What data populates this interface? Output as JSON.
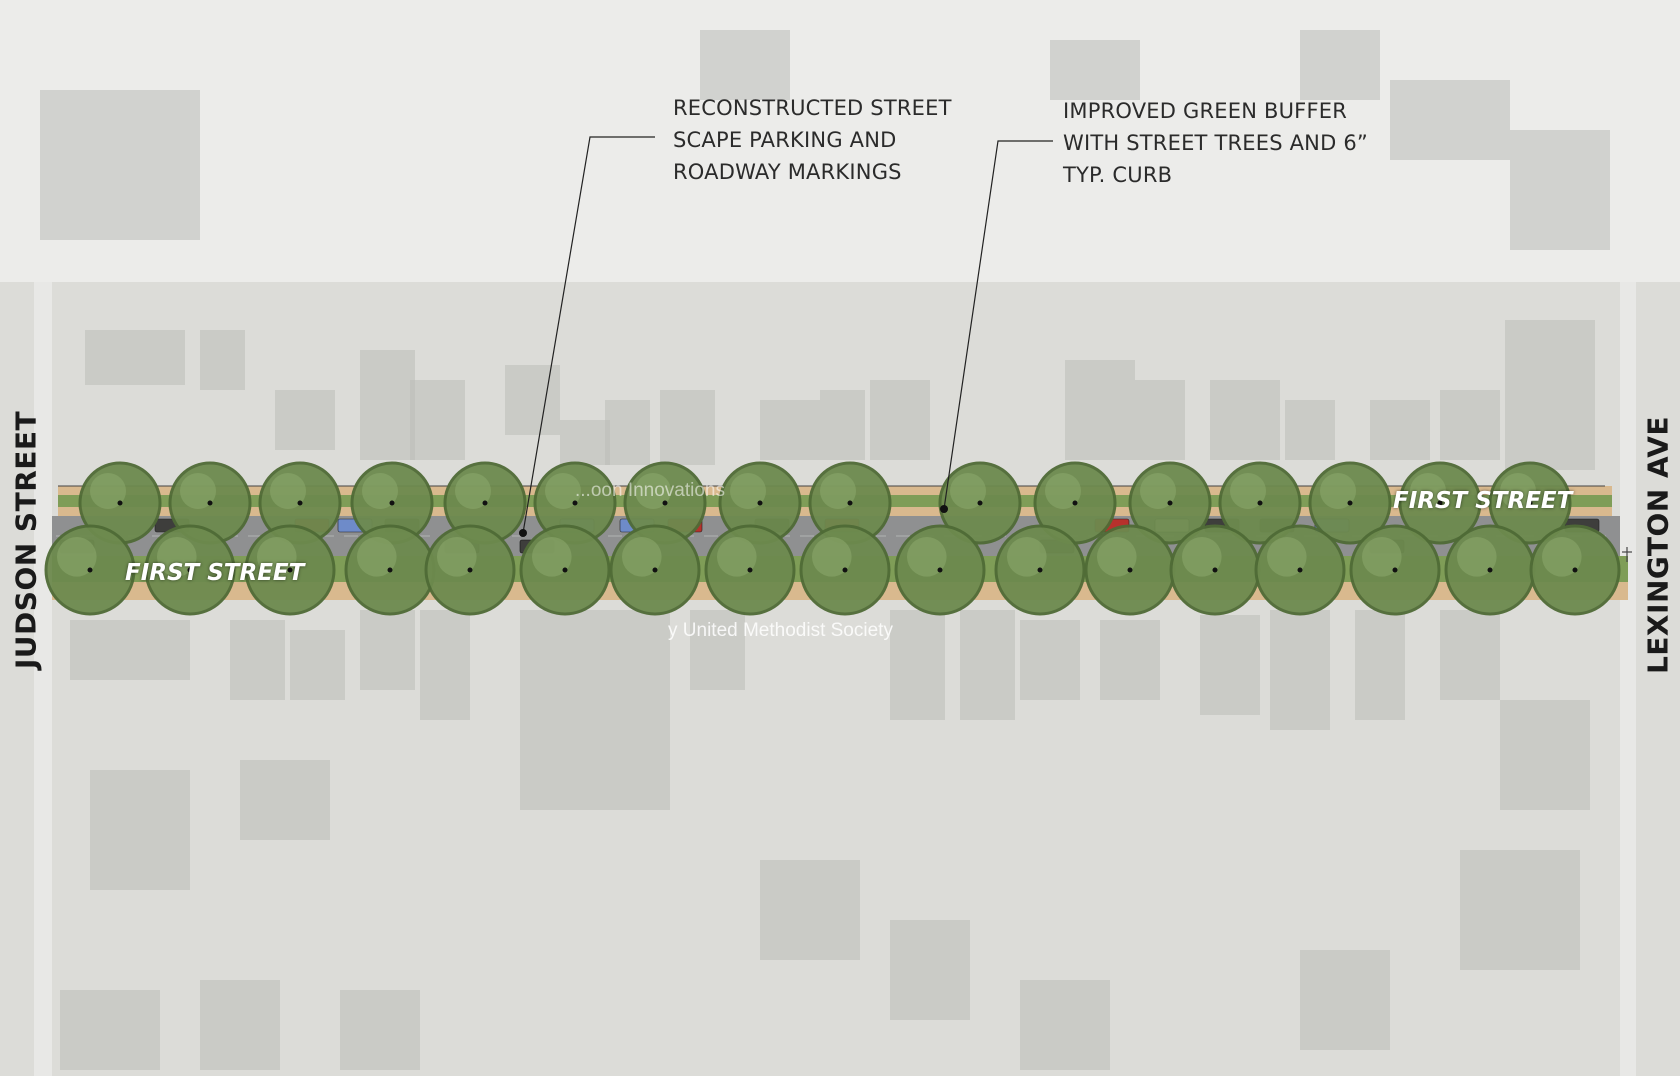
{
  "callouts": [
    {
      "lines": [
        "RECONSTRUCTED STREET",
        "SCAPE PARKING AND",
        "ROADWAY MARKINGS"
      ]
    },
    {
      "lines": [
        "IMPROVED GREEN BUFFER",
        "WITH STREET TREES AND 6”",
        "TYP. CURB"
      ]
    }
  ],
  "streets": {
    "judson": "JUDSON STREET",
    "lexington": "LEXINGTON AVE",
    "first_right": "FIRST STREET",
    "first_left": "FIRST STREET"
  },
  "map_labels": {
    "north": "...oon Innovations",
    "south": "y United Methodist Society"
  },
  "colors": {
    "background": "#dcdcd8",
    "parcel_band": "#bcbdb8",
    "tree_canopy": "#6d8a4e",
    "tree_dark": "#4f6b36",
    "planting_strip": "#7f9d57",
    "sidewalk": "#d9b98e",
    "roadway": "#8f9091",
    "car_red": "#b7312c",
    "car_blue": "#6e8bc9",
    "car_dark": "#3e3e3c",
    "text_dark": "#2b2b2b",
    "text_white": "#ffffff"
  }
}
